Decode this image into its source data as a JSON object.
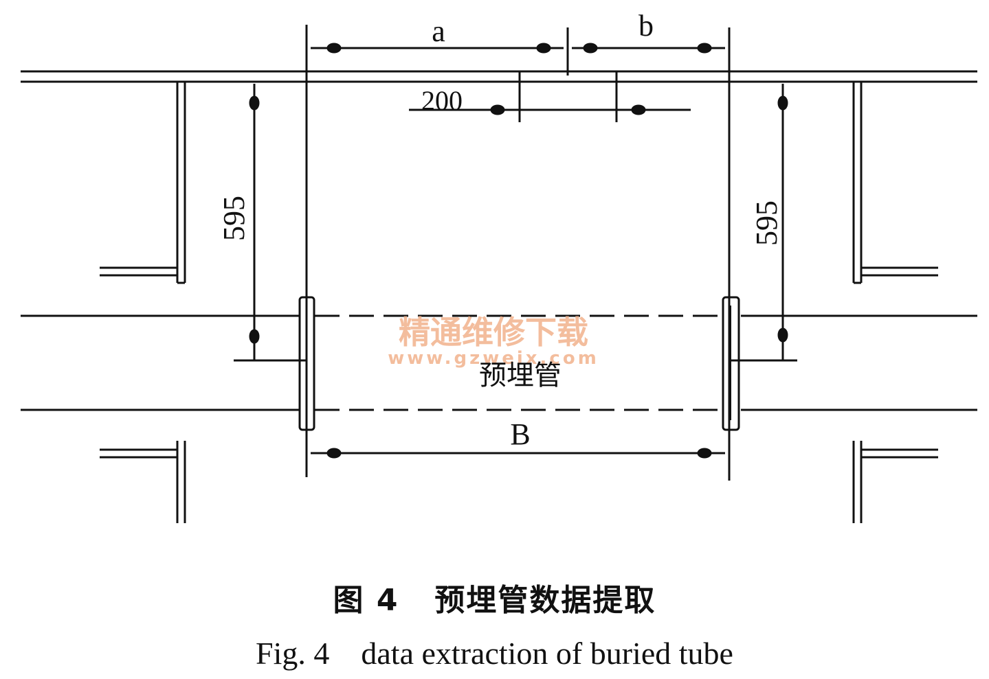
{
  "dimensions": {
    "a": "a",
    "b": "b",
    "offset": "200",
    "left_height": "595",
    "right_height": "595",
    "span": "B"
  },
  "labels": {
    "buried_tube": "预埋管"
  },
  "watermark": {
    "text": "精通维修下载",
    "url": "www.gzweix.com"
  },
  "caption": {
    "cn": "图 4   预埋管数据提取",
    "en": "Fig. 4    data extraction of buried tube"
  },
  "colors": {
    "ink": "#111111",
    "watermark": "#f2b28c"
  }
}
